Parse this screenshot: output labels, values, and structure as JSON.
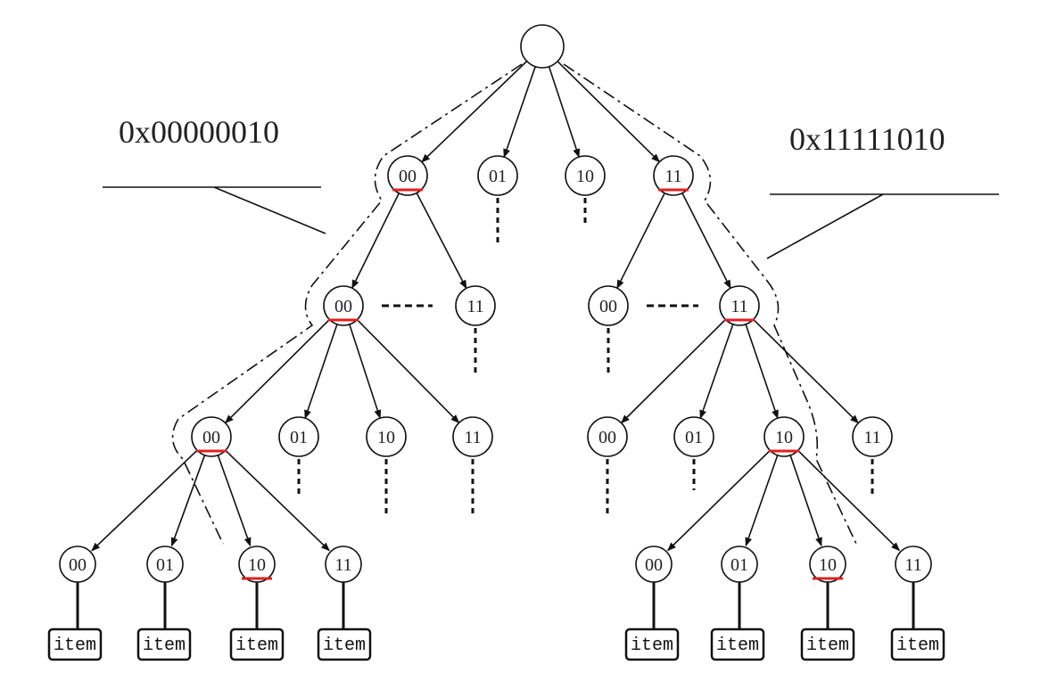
{
  "addresses": {
    "left": "0x00000010",
    "right": "0x11111010"
  },
  "root": {
    "label": ""
  },
  "level1": [
    "00",
    "01",
    "10",
    "11"
  ],
  "level2": [
    "00",
    "11",
    "00",
    "11"
  ],
  "level3": [
    "00",
    "01",
    "10",
    "11",
    "00",
    "01",
    "10",
    "11"
  ],
  "level4": [
    "00",
    "01",
    "10",
    "11",
    "00",
    "01",
    "10",
    "11"
  ],
  "items": [
    "item",
    "item",
    "item",
    "item",
    "item",
    "item",
    "item",
    "item"
  ],
  "colors": {
    "highlight": "#e02020",
    "line": "#111111"
  }
}
